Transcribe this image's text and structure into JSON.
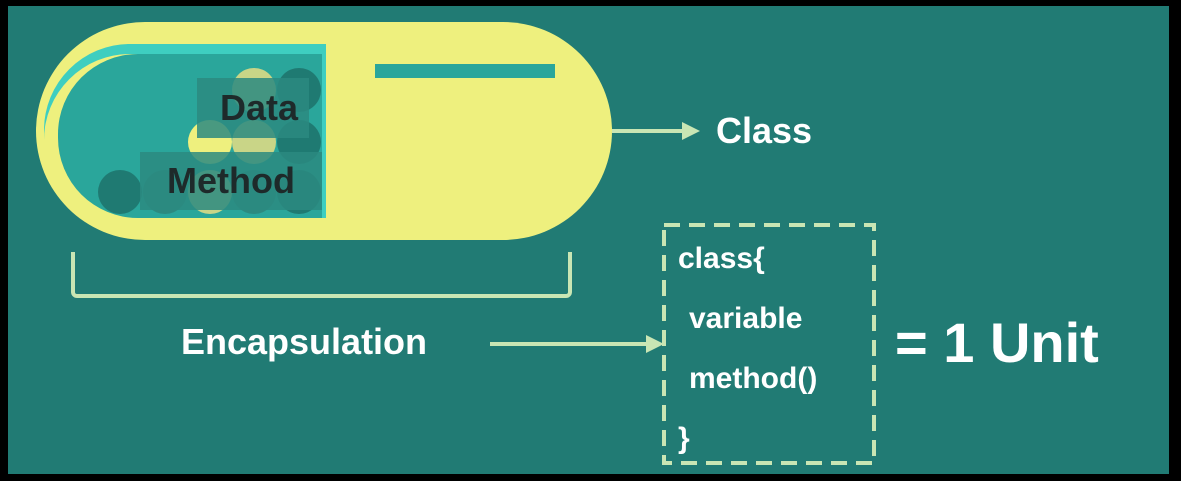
{
  "colors": {
    "background": "#217B74",
    "capsule_shell": "#EEF07E",
    "capsule_inner": "#2AA69B",
    "capsule_inner_top": "#3ECEC0",
    "ball_dark": "#1F7A72",
    "ball_light": "#C9D587",
    "label_box": "#2C8A80",
    "arrow": "#C9E6B4",
    "text_light": "#FFFFFF",
    "text_dark": "#1E2A2A"
  },
  "capsule": {
    "data_label": "Data",
    "method_label": "Method"
  },
  "labels": {
    "class_label": "Class",
    "encapsulation_label": "Encapsulation",
    "unit_label": "= 1 Unit"
  },
  "code_box": {
    "line1": "class{",
    "line2": "variable",
    "line3": "method()",
    "line4": "}"
  }
}
